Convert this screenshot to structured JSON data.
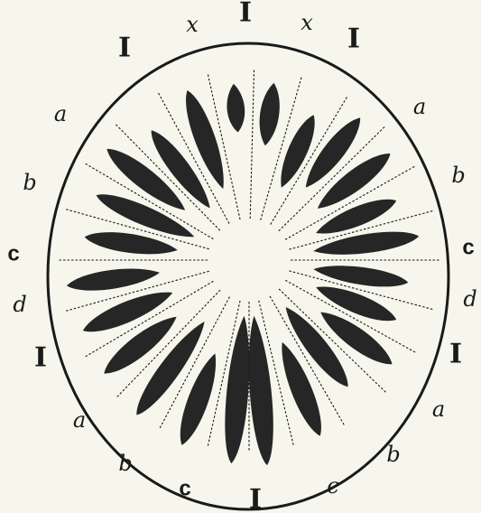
{
  "figure": {
    "colors": {
      "background": "#f6f6ec",
      "ink": "#1a1a1a",
      "fill": "#262626"
    },
    "label_groups": [
      {
        "key": "I",
        "text": "I"
      },
      {
        "key": "x",
        "text": "x"
      },
      {
        "key": "a",
        "text": "a"
      },
      {
        "key": "b",
        "text": "b"
      },
      {
        "key": "c",
        "text": "c"
      },
      {
        "key": "d",
        "text": "d"
      }
    ]
  }
}
